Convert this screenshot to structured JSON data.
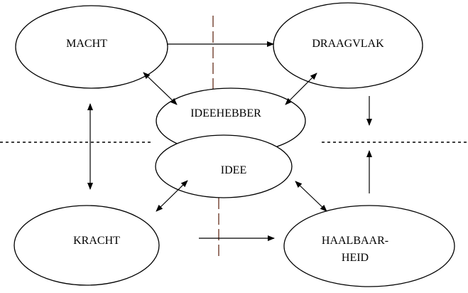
{
  "diagram": {
    "nodes": {
      "macht": {
        "label": "MACHT"
      },
      "draagvlak": {
        "label": "DRAAGVLAK"
      },
      "ideehebber": {
        "label": "IDEEHEBBER"
      },
      "idee": {
        "label": "IDEE"
      },
      "kracht": {
        "label": "KRACHT"
      },
      "haalbaarheid": {
        "label": "HAALBAAR-\nHEID"
      }
    },
    "colors": {
      "stroke": "#000000",
      "background": "#ffffff",
      "dashed-divider": "#7a4a3a"
    }
  }
}
